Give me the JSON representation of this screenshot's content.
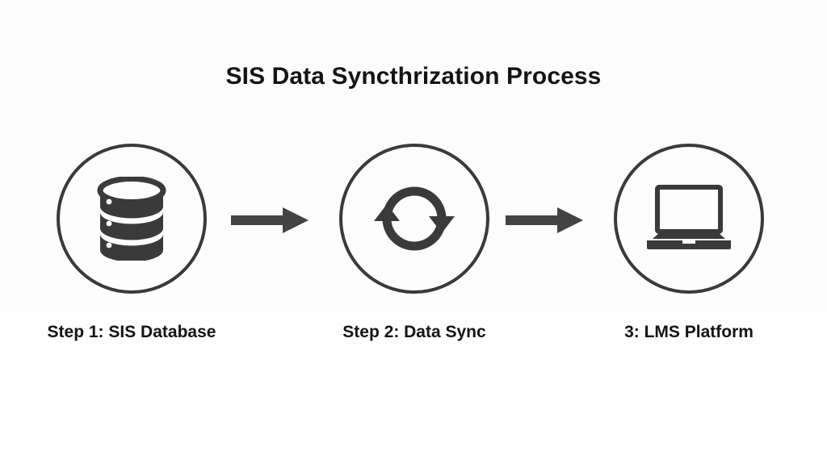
{
  "page": {
    "title": "SIS Data Syncthrization Process",
    "background_color": "#fdfdfd",
    "accent_color": "#3a3a3a",
    "text_color": "#141414"
  },
  "diagram": {
    "type": "process-flow",
    "orientation": "horizontal",
    "steps": [
      {
        "number": "1",
        "label": "Step 1: SIS Database",
        "icon": "database-icon",
        "icon_description": "stacked cylinder database with three discs"
      },
      {
        "number": "2",
        "label": "Step 2: Data Sync",
        "icon": "sync-icon",
        "icon_description": "two circular arrows forming a refresh loop"
      },
      {
        "number": "3",
        "label": "3: LMS Platform",
        "icon": "laptop-icon",
        "icon_description": "open laptop with screen and base"
      }
    ],
    "connectors": [
      {
        "name": "arrow-step1-to-step2",
        "icon": "arrow-right-icon"
      },
      {
        "name": "arrow-step2-to-step3",
        "icon": "arrow-right-icon"
      }
    ]
  }
}
